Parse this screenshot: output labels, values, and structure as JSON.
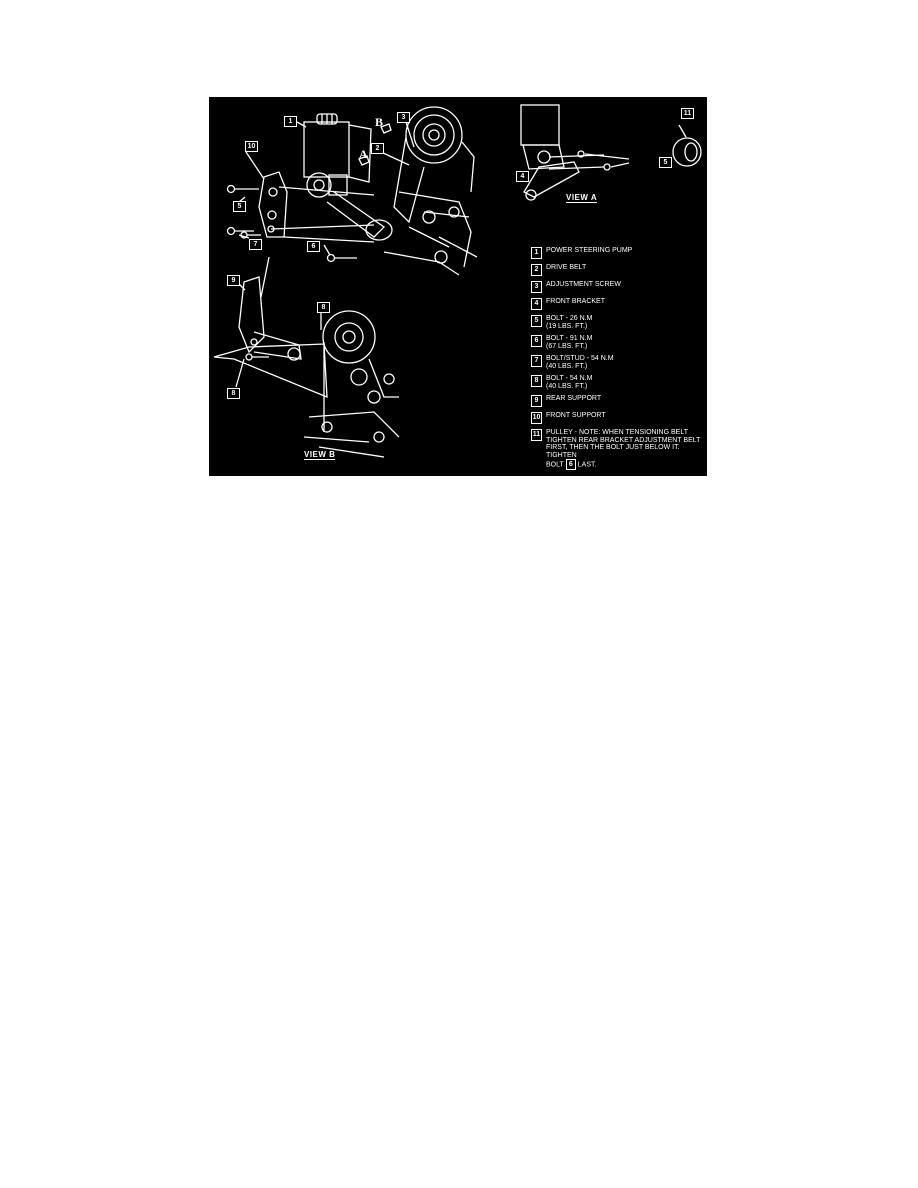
{
  "figure": {
    "background": "#000000",
    "foreground": "#ffffff",
    "views": {
      "view_a_label": "VIEW A",
      "view_b_label": "VIEW B"
    },
    "direction_markers": {
      "a": "A",
      "b": "B"
    },
    "callouts": {
      "main": [
        "1",
        "10",
        "5",
        "7",
        "6",
        "2",
        "3"
      ],
      "view_a": [
        "4",
        "5",
        "11"
      ],
      "view_b": [
        "9",
        "8",
        "8"
      ]
    }
  },
  "legend": {
    "items": [
      {
        "num": "1",
        "text": "POWER STEERING PUMP"
      },
      {
        "num": "2",
        "text": "DRIVE BELT"
      },
      {
        "num": "3",
        "text": "ADJUSTMENT SCREW"
      },
      {
        "num": "4",
        "text": "FRONT BRACKET"
      },
      {
        "num": "5",
        "text": "BOLT - 26 N.m",
        "sub": "(19 LBS. FT.)"
      },
      {
        "num": "6",
        "text": "BOLT - 91 N.m",
        "sub": "(67 LBS. FT.)"
      },
      {
        "num": "7",
        "text": "BOLT/STUD - 54 N.m",
        "sub": "(40 LBS. FT.)"
      },
      {
        "num": "8",
        "text": "BOLT - 54 N.m",
        "sub": "(40 LBS. FT.)"
      },
      {
        "num": "9",
        "text": "REAR SUPPORT"
      },
      {
        "num": "10",
        "text": "FRONT SUPPORT"
      },
      {
        "num": "11",
        "text": "PULLEY - NOTE: WHEN TENSIONING BELT TIGHTEN REAR BRACKET ADJUSTMENT BELT FIRST, THEN THE BOLT JUST BELOW IT. TIGHTEN",
        "note_tail_pre": "BOLT",
        "note_ref": "6",
        "note_tail_post": "LAST."
      }
    ]
  }
}
